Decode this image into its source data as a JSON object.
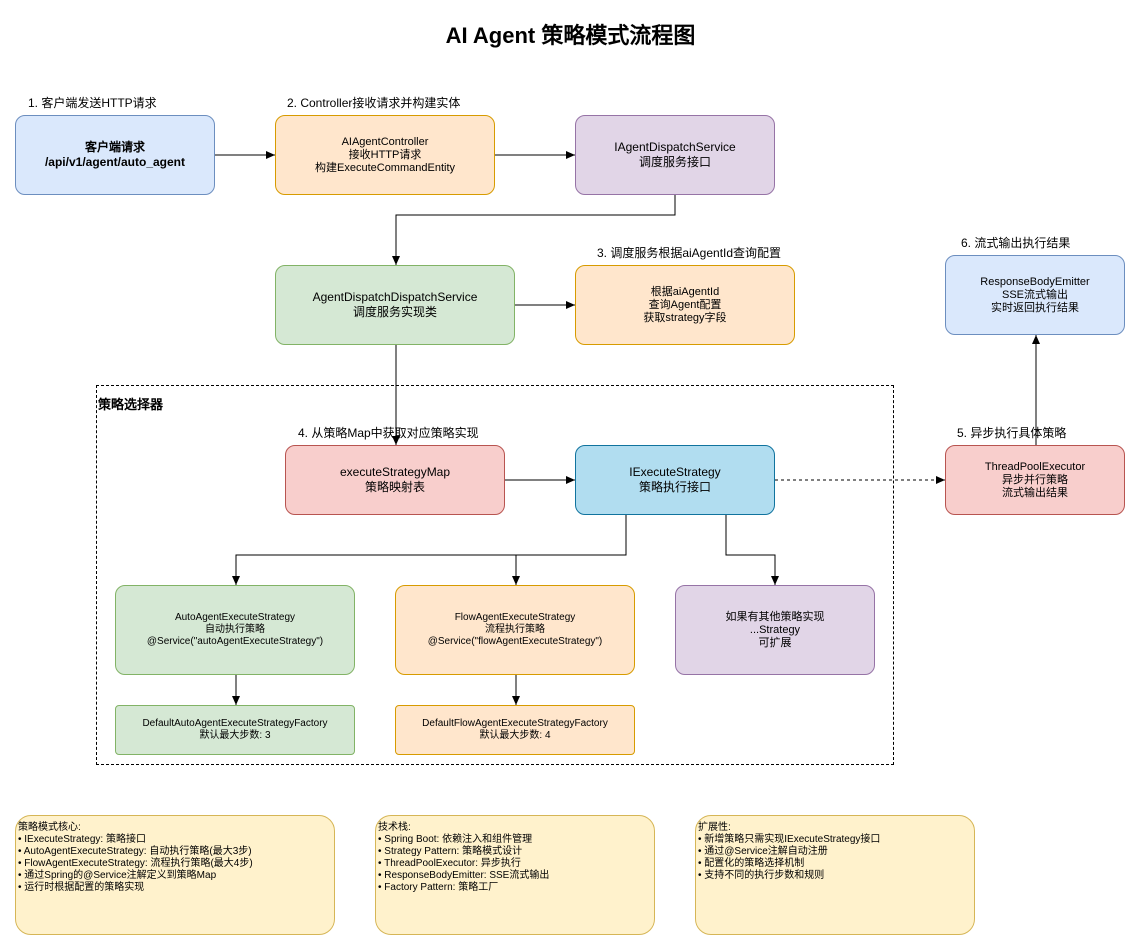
{
  "title": "AI Agent 策略模式流程图",
  "steps": {
    "s1": "1. 客户端发送HTTP请求",
    "s2": "2. Controller接收请求并构建实体",
    "s3": "3. 调度服务根据aiAgentId查询配置",
    "s4": "4. 从策略Map中获取对应策略实现",
    "s5": "5. 异步执行具体策略",
    "s6": "6. 流式输出执行结果"
  },
  "group_label": "策略选择器",
  "nodes": {
    "client": [
      "客户端请求",
      "/api/v1/agent/auto_agent"
    ],
    "controller": [
      "AIAgentController",
      "接收HTTP请求",
      "构建ExecuteCommandEntity"
    ],
    "dispatch_iface": [
      "IAgentDispatchService",
      "调度服务接口"
    ],
    "dispatch_impl": [
      "AgentDispatchDispatchService",
      "调度服务实现类"
    ],
    "query_config": [
      "根据aiAgentId",
      "查询Agent配置",
      "获取strategy字段"
    ],
    "strategy_map": [
      "executeStrategyMap",
      "策略映射表"
    ],
    "strategy_iface": [
      "IExecuteStrategy",
      "策略执行接口"
    ],
    "thread_pool": [
      "ThreadPoolExecutor",
      "异步并行策略",
      "流式输出结果"
    ],
    "emitter": [
      "ResponseBodyEmitter",
      "SSE流式输出",
      "实时返回执行结果"
    ],
    "auto_strategy": [
      "AutoAgentExecuteStrategy",
      "自动执行策略",
      "@Service(\"autoAgentExecuteStrategy\")"
    ],
    "flow_strategy": [
      "FlowAgentExecuteStrategy",
      "流程执行策略",
      "@Service(\"flowAgentExecuteStrategy\")"
    ],
    "other_strategy": [
      "如果有其他策略实现",
      "...Strategy",
      "可扩展"
    ],
    "auto_factory": [
      "DefaultAutoAgentExecuteStrategyFactory",
      "默认最大步数: 3"
    ],
    "flow_factory": [
      "DefaultFlowAgentExecuteStrategyFactory",
      "默认最大步数: 4"
    ]
  },
  "notes": {
    "core": {
      "heading": "策略模式核心:",
      "items": [
        "• IExecuteStrategy: 策略接口",
        "• AutoAgentExecuteStrategy: 自动执行策略(最大3步)",
        "• FlowAgentExecuteStrategy: 流程执行策略(最大4步)",
        "• 通过Spring的@Service注解定义到策略Map",
        "• 运行时根据配置的策略实现"
      ]
    },
    "tech": {
      "heading": "技术栈:",
      "items": [
        "• Spring Boot: 依赖注入和组件管理",
        "• Strategy Pattern: 策略模式设计",
        "• ThreadPoolExecutor: 异步执行",
        "• ResponseBodyEmitter: SSE流式输出",
        "• Factory Pattern: 策略工厂"
      ]
    },
    "ext": {
      "heading": "扩展性:",
      "items": [
        "• 新增策略只需实现IExecuteStrategy接口",
        "• 通过@Service注解自动注册",
        "• 配置化的策略选择机制",
        "• 支持不同的执行步数和规则"
      ]
    }
  },
  "colors": {
    "blue_fill": "#dae8fc",
    "blue_stroke": "#6c8ebf",
    "orange_fill": "#ffe6cc",
    "orange_stroke": "#d79b00",
    "purple_fill": "#e1d5e7",
    "purple_stroke": "#9673a6",
    "green_fill": "#d5e8d4",
    "green_stroke": "#82b366",
    "red_fill": "#f8cecc",
    "red_stroke": "#b85450",
    "cyan_fill": "#b1ddf0",
    "cyan_stroke": "#10739e",
    "note_fill": "#fff2cc",
    "note_stroke": "#d6b656"
  }
}
